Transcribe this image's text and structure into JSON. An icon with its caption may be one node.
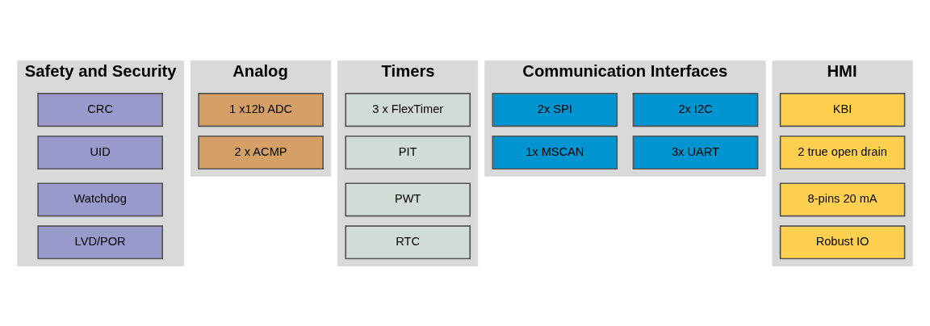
{
  "diagram": {
    "nodes": [
      {
        "text": [
          "Safety and Security"
        ]
      },
      {
        "text": [
          "CRC"
        ],
        "in": 0
      },
      {
        "text": [
          "UID"
        ],
        "in": 0
      },
      {
        "text": [
          "Watchdog"
        ],
        "in": 0
      },
      {
        "text": [
          "LVD/POR"
        ],
        "in": 0
      },
      {
        "text": [
          "Analog"
        ]
      },
      {
        "text": [
          "1 x12b ADC"
        ],
        "in": 5
      },
      {
        "text": [
          "2 x ACMP"
        ],
        "in": 5
      },
      {
        "text": [
          "Timers"
        ]
      },
      {
        "text": [
          "3 x FlexTimer"
        ],
        "in": 8
      },
      {
        "text": [
          "PIT"
        ],
        "in": 8
      },
      {
        "text": [
          "PWT"
        ],
        "in": 8
      },
      {
        "text": [
          "RTC"
        ],
        "in": 8
      },
      {
        "text": [
          "Communication Interfaces"
        ]
      },
      {
        "text": [
          "2x I2C"
        ],
        "in": 13
      },
      {
        "text": [
          "2x SPI"
        ],
        "in": 13
      },
      {
        "text": [
          "3x UART"
        ],
        "in": 13
      },
      {
        "text": [
          "1x MSCAN"
        ],
        "in": 13
      },
      {
        "text": [
          "HMI"
        ]
      },
      {
        "text": [
          "KBI"
        ],
        "in": 18
      },
      {
        "text": [
          "2 true open drain"
        ],
        "in": 18
      },
      {
        "text": [
          "8-pins 20 mA"
        ],
        "in": 18
      },
      {
        "text": [
          "Robust IO"
        ],
        "in": 18
      }
    ],
    "edges": []
  }
}
